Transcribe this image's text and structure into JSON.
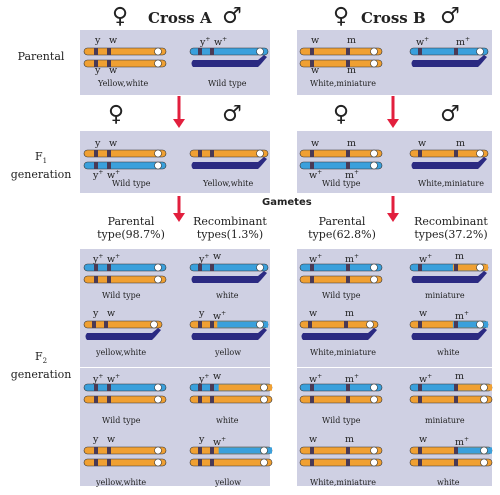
{
  "crosses": {
    "a": {
      "title": "Cross A",
      "female_symbol": "♀",
      "male_symbol": "♂"
    },
    "b": {
      "title": "Cross B",
      "female_symbol": "♀",
      "male_symbol": "♂"
    }
  },
  "row_labels": {
    "parental": "Parental",
    "f1_prefix": "F",
    "f1_sub": "1",
    "f1_suffix": "generation",
    "f2_prefix": "F",
    "f2_sub": "2",
    "f2_suffix": "generation"
  },
  "gametes_label": "Gametes",
  "type_headers": {
    "a_parental": [
      "Parental",
      "type(98.7%)"
    ],
    "a_recombinant": [
      "Recombinant",
      "types(1.3%)"
    ],
    "b_parental": [
      "Parental",
      "type(62.8%)"
    ],
    "b_recombinant": [
      "Recombinant",
      "types(37.2%)"
    ]
  },
  "phenotypes": {
    "yellow_white": "Yellow,white",
    "yellow_white_lc": "yellow,white",
    "wild_type": "Wild type",
    "white_miniature": "White,miniature",
    "white": "white",
    "yellow": "yellow",
    "miniature": "miniature"
  },
  "genes": {
    "y": "y",
    "w": "w",
    "m": "m",
    "y_plus": "y",
    "w_plus": "w",
    "m_plus": "m",
    "plus": "+"
  },
  "colors": {
    "orange": "#f0a032",
    "blue": "#3aa0dc",
    "navy": "#2b2a82",
    "panel": "#cfd0e3",
    "arrow": "#e21f3d",
    "band": "#4a3a55"
  }
}
